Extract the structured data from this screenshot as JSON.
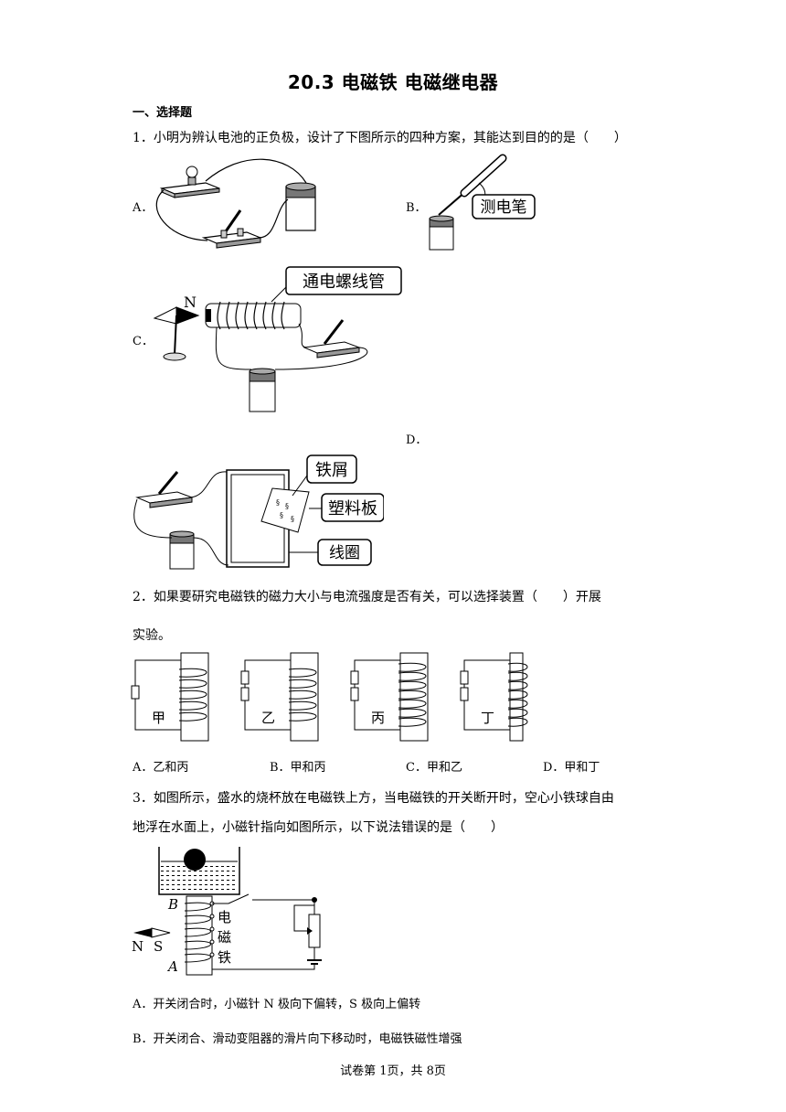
{
  "title": "20.3 电磁铁 电磁继电器",
  "section": "一、选择题",
  "q1": {
    "text": "1．小明为辨认电池的正负极，设计了下图所示的四种方案，其能达到目的的是（　　）",
    "options": {
      "A": "A．",
      "B": "B．",
      "C": "C．",
      "D": "D．"
    },
    "labels": {
      "tester": "测电笔",
      "solenoid": "通电螺线管",
      "north": "N",
      "filings": "铁屑",
      "plastic": "塑料板",
      "coil": "线圈"
    }
  },
  "q2": {
    "text_line1": "2．如果要研究电磁铁的磁力大小与电流强度是否有关，可以选择装置（　　）开展",
    "text_line2": "实验。",
    "devices": [
      "甲",
      "乙",
      "丙",
      "丁"
    ],
    "options": [
      "A．乙和丙",
      "B．甲和丙",
      "C．甲和乙",
      "D．甲和丁"
    ]
  },
  "q3": {
    "text_line1": "3．如图所示，盛水的烧杯放在电磁铁上方，当电磁铁的开关断开时，空心小铁球自由",
    "text_line2": "地浮在水面上，小磁针指向如图所示，以下说法错误的是（　　）",
    "figure": {
      "B": "B",
      "A": "A",
      "N": "N",
      "S": "S",
      "magnet_1": "电",
      "magnet_2": "磁",
      "magnet_3": "铁"
    },
    "options": [
      "A．开关闭合时，小磁针 N 极向下偏转，S 极向上偏转",
      "B．开关闭合、滑动变阻器的滑片向下移动时，电磁铁磁性增强"
    ]
  },
  "footer": "试卷第 1页，共 8页"
}
